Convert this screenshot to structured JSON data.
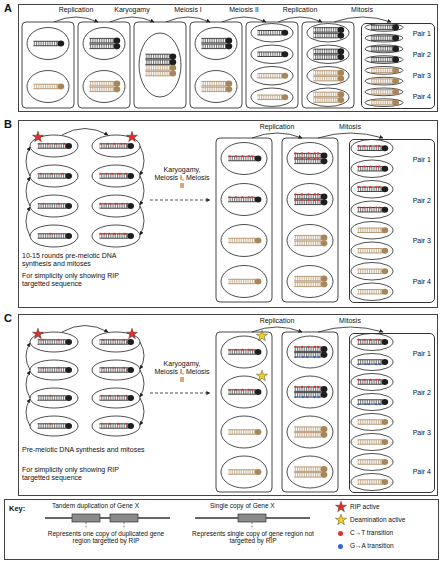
{
  "diagram": {
    "nodes": [
      {
        "text": [
          "A"
        ]
      },
      {
        "text": [
          "Pair 1",
          "Pair 2",
          "Pair 3",
          "Pair 4"
        ],
        "in": 0
      },
      {
        "text": [
          "B"
        ]
      },
      {
        "text": [
          "Pair 1",
          "Pair 2",
          "Pair 3",
          "Pair 4"
        ],
        "in": 2
      },
      {
        "text": [
          "C"
        ]
      },
      {
        "text": [
          "Pair 1",
          "Pair 2",
          "Pair 3",
          "Pair 4"
        ],
        "in": 4
      },
      {
        "text": [
          "Key:"
        ]
      }
    ],
    "labels": [
      "Replication",
      "Karyogamy",
      "Meiosis I",
      "Meiosis II",
      "Replication",
      "Mitosis",
      "10-15 rounds pre-meiotic DNA synthesis and mitoses",
      "For simplicity only showing RIP targetted sequence",
      "Karyogamy, Meiosis I, Meiosis II",
      "Replication",
      "Mitosis",
      "Pre-meiotic DNA synthesis and mitoses",
      "For simplicity only showing RIP targetted sequence",
      "Karyogamy, Meiosis I, Meiosis II",
      "Replication",
      "Mitosis"
    ],
    "legend": [
      {
        "text": "Tandem duplication of Gene X"
      },
      {
        "text": "Represents one copy of duplicated gene region targetted by RIP"
      },
      {
        "text": "Single copy of Gene X"
      },
      {
        "text": "Represents single copy of gene region not targetted by RIP"
      },
      {
        "text": "RIP active"
      },
      {
        "text": "Deamination active"
      },
      {
        "text": "C→T transition",
        "color": "#e0302a"
      },
      {
        "text": "G→A transition",
        "color": "#2f63d6"
      }
    ]
  }
}
